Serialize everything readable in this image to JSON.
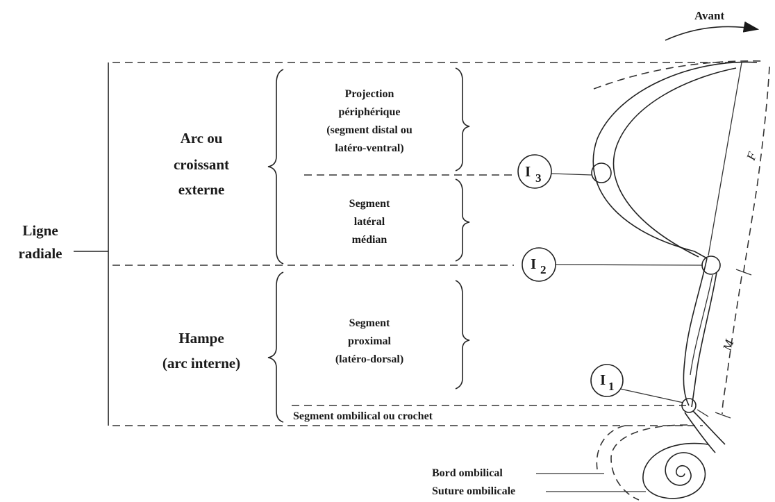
{
  "labels": {
    "avant": "Avant",
    "ligne_radiale": [
      "Ligne",
      "radiale"
    ],
    "arc_externe": [
      "Arc ou",
      "croissant",
      "externe"
    ],
    "hampe": [
      "Hampe",
      "(arc interne)"
    ],
    "projection": [
      "Projection",
      "périphérique",
      "(segment distal ou",
      "latéro-ventral)"
    ],
    "segment_lateral": [
      "Segment",
      "latéral",
      "médian"
    ],
    "segment_proximal": [
      "Segment",
      "proximal",
      "(latéro-dorsal)"
    ],
    "segment_ombilical": "Segment ombilical ou crochet",
    "bord_ombilical": "Bord ombilical",
    "suture_ombilicale": "Suture ombilicale"
  },
  "inflection_points": [
    {
      "name": "I",
      "sub": "3"
    },
    {
      "name": "I",
      "sub": "2"
    },
    {
      "name": "I",
      "sub": "1"
    }
  ],
  "measures": {
    "f": "F",
    "m": "M"
  }
}
